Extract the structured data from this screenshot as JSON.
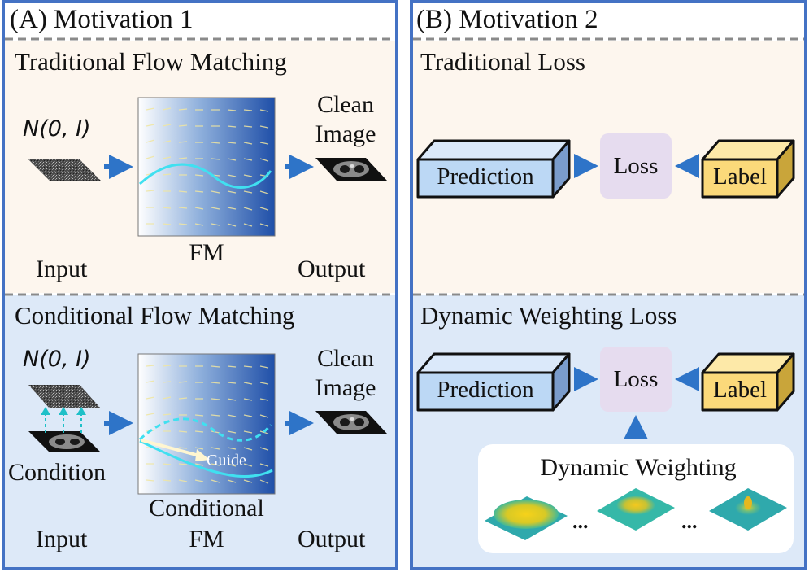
{
  "colors": {
    "border_blue": "#4472c4",
    "arrow_blue": "#2e74c8",
    "beige_bg": "#fdf6ee",
    "light_blue_bg": "#dde9f8",
    "prediction_fill": "#bcd8f5",
    "label_fill": "#fbd97a",
    "loss_fill": "#e6dcef",
    "cyan_path": "#40e0f0"
  },
  "panel_a": {
    "title": "(A) Motivation 1",
    "traditional": {
      "heading": "Traditional Flow Matching",
      "noise_label": "N(0, I)",
      "clean_image_label_1": "Clean",
      "clean_image_label_2": "Image",
      "fm_label": "FM",
      "input_label": "Input",
      "output_label": "Output"
    },
    "conditional": {
      "heading": "Conditional Flow Matching",
      "noise_label": "N(0, I)",
      "clean_image_label_1": "Clean",
      "clean_image_label_2": "Image",
      "condition_label": "Condition",
      "guide_label": "Guide",
      "fm_label_1": "Conditional",
      "fm_label_2": "FM",
      "input_label": "Input",
      "output_label": "Output"
    }
  },
  "panel_b": {
    "title": "(B) Motivation 2",
    "traditional": {
      "heading": "Traditional Loss",
      "prediction_label": "Prediction",
      "loss_label": "Loss",
      "label_label": "Label"
    },
    "dynamic": {
      "heading": "Dynamic Weighting Loss",
      "prediction_label": "Prediction",
      "loss_label": "Loss",
      "label_label": "Label",
      "weighting_title": "Dynamic Weighting",
      "ellipsis_1": "...",
      "ellipsis_2": "..."
    }
  }
}
